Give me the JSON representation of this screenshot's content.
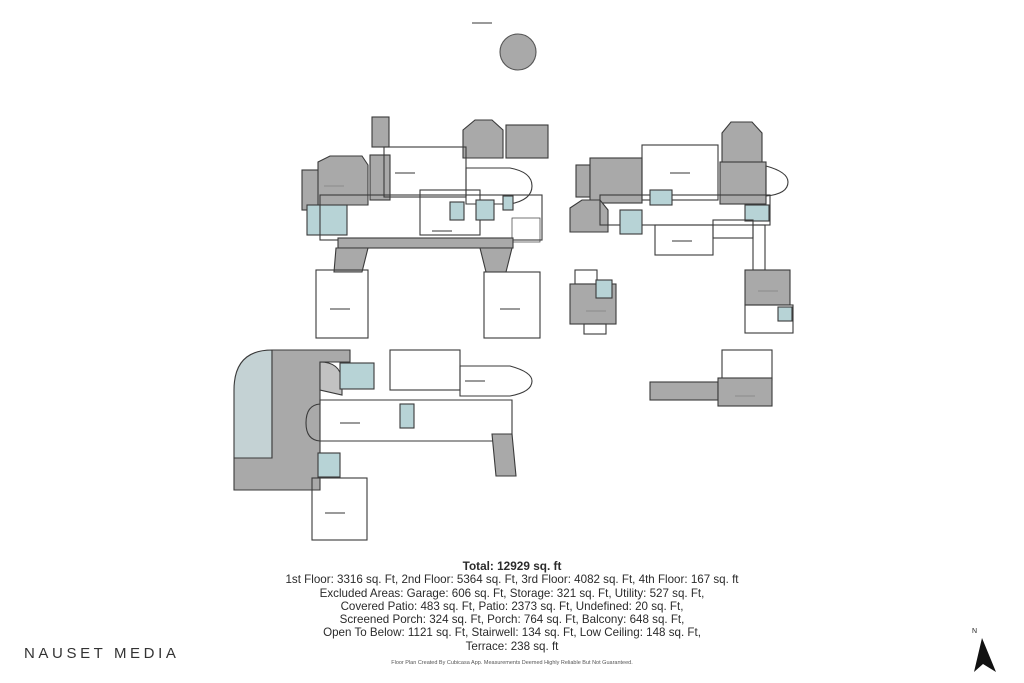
{
  "summary": {
    "total": "Total: 12929 sq. ft",
    "lines": [
      "1st Floor: 3316 sq. Ft, 2nd Floor: 5364 sq. Ft, 3rd Floor: 4082 sq. Ft, 4th Floor: 167 sq. ft",
      "Excluded Areas: Garage: 606 sq. Ft, Storage: 321 sq. Ft, Utility: 527 sq. Ft,",
      "Covered Patio: 483 sq. Ft, Patio: 2373 sq. Ft, Undefined: 20 sq. Ft,",
      "Screened Porch: 324 sq. Ft, Porch: 764 sq. Ft, Balcony: 648 sq. Ft,",
      "Open To Below: 1121 sq. Ft, Stairwell: 134 sq. Ft, Low Ceiling: 148 sq. Ft,",
      "Terrace: 238 sq. ft"
    ]
  },
  "brand": "NAUSET MEDIA",
  "disclaimer": "Floor Plan Created By Cubicasa App. Measurements Deemed Highly Reliable But Not Guaranteed.",
  "north_label": "N",
  "colors": {
    "wall": "#3a3a3a",
    "excluded_area": "#a9a9a9",
    "patio": "#c2c2c2",
    "bathroom": "#b7d3d6",
    "pool": "#c4d2d4",
    "background": "#ffffff"
  }
}
